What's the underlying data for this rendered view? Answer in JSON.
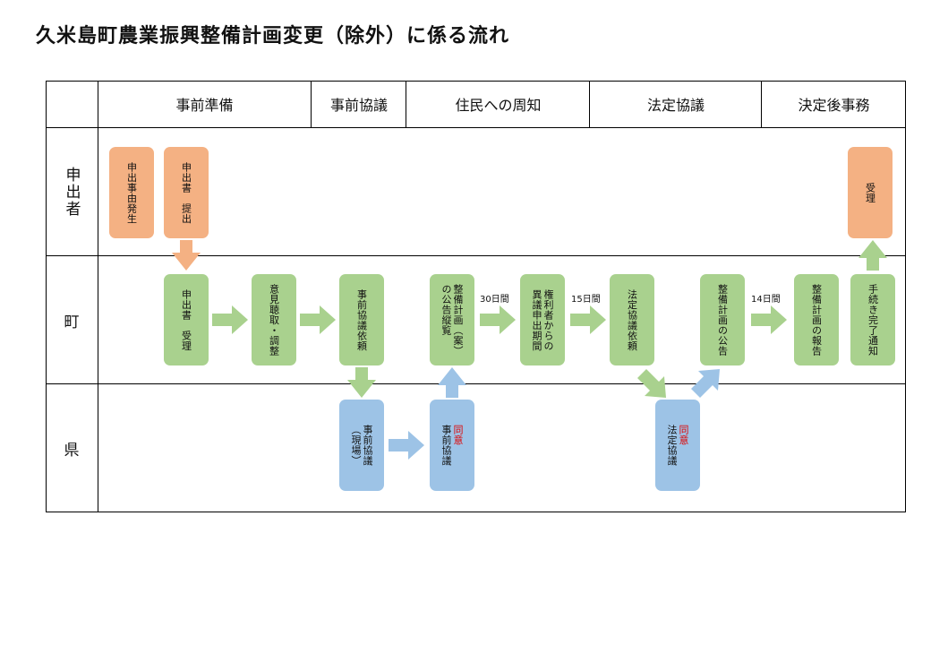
{
  "title": "久米島町農業振興整備計画変更（除外）に係る流れ",
  "columns": [
    "事前準備",
    "事前協議",
    "住民への周知",
    "法定協議",
    "決定後事務"
  ],
  "rows": [
    "申出者",
    "町",
    "県"
  ],
  "boxes": {
    "b1": "申出事由発生",
    "b2": "申出書　提出",
    "b3": "受理",
    "c1": "申出書　受理",
    "c2": "意見聴取・調整",
    "c3": "事前協議依頼",
    "c4": "整備計画（案）\nの公告縦覧",
    "c5": "権利者からの\n異議申出期間",
    "c6": "法定協議依頼",
    "c7": "整備計画の公告",
    "c8": "整備計画の報告",
    "c9": "手続き完了通知",
    "p1": "事前協議\n（現場）",
    "p2_red": "同意",
    "p2": "事前協議",
    "p3_red": "同意",
    "p3": "法定協議"
  },
  "periods": [
    "30日間",
    "15日間",
    "14日間"
  ],
  "colors": {
    "applicant": "#f4b183",
    "town": "#a9d18e",
    "prefecture": "#9dc3e6",
    "applicant_arrow": "#f4b183",
    "town_arrow": "#a9d18e",
    "prefecture_arrow": "#9dc3e6",
    "agree_text": "#e00000"
  }
}
